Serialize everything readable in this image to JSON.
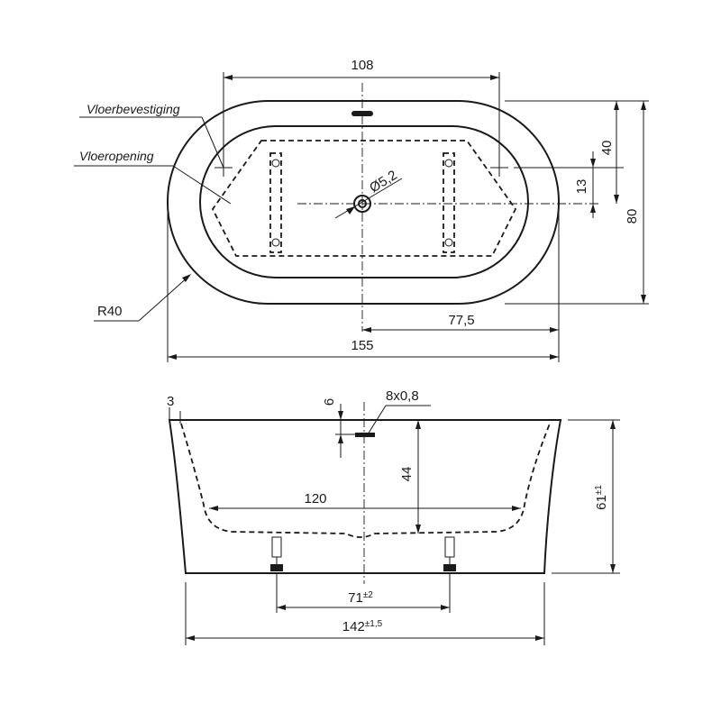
{
  "labels": {
    "floor_fixing": "Vloerbevestiging",
    "floor_opening": "Vloeropening",
    "radius": "R40",
    "drain_diameter": "Ø5,2",
    "wall_thickness": "3",
    "overflow_size": "8x0,8"
  },
  "dimensions": {
    "inner_width_108": "108",
    "drain_offset_40": "40",
    "drain_offset_13": "13",
    "total_depth_80": "80",
    "half_length_77_5": "77,5",
    "total_length_155": "155",
    "overflow_height_6": "6",
    "inside_depth_44": "44",
    "bottom_length_120": "120",
    "height_value": "61",
    "height_tol": "±1",
    "feet_value": "71",
    "feet_tol": "±2",
    "base_value": "142",
    "base_tol": "±1,5"
  }
}
